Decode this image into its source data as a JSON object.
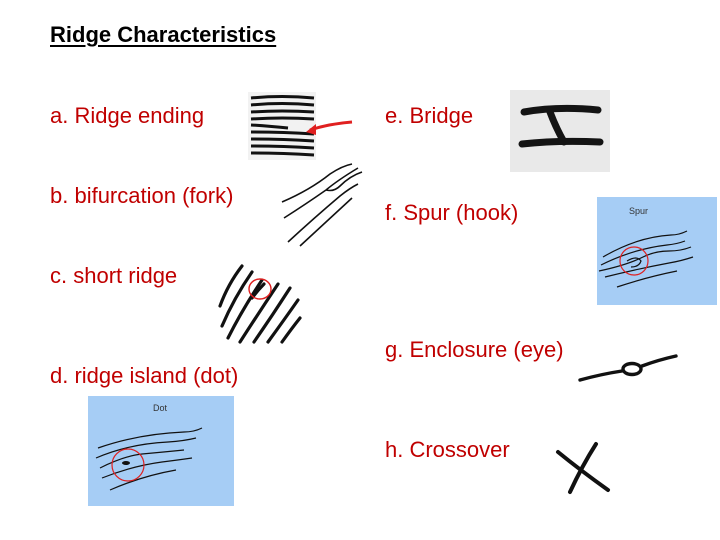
{
  "title": "Ridge Characteristics",
  "items": [
    {
      "label": "a. Ridge ending"
    },
    {
      "label": "b. bifurcation (fork)"
    },
    {
      "label": "c. short ridge"
    },
    {
      "label": "d. ridge island (dot)"
    },
    {
      "label": "e. Bridge"
    },
    {
      "label": "f.  Spur (hook)"
    },
    {
      "label": "g. Enclosure (eye)"
    },
    {
      "label": "h. Crossover"
    }
  ],
  "figures": {
    "spur_caption": "Spur",
    "dot_caption": "Dot"
  },
  "colors": {
    "label_red": "#c00000",
    "panel_blue": "#a6cdf5",
    "marker_red": "#e02020"
  }
}
